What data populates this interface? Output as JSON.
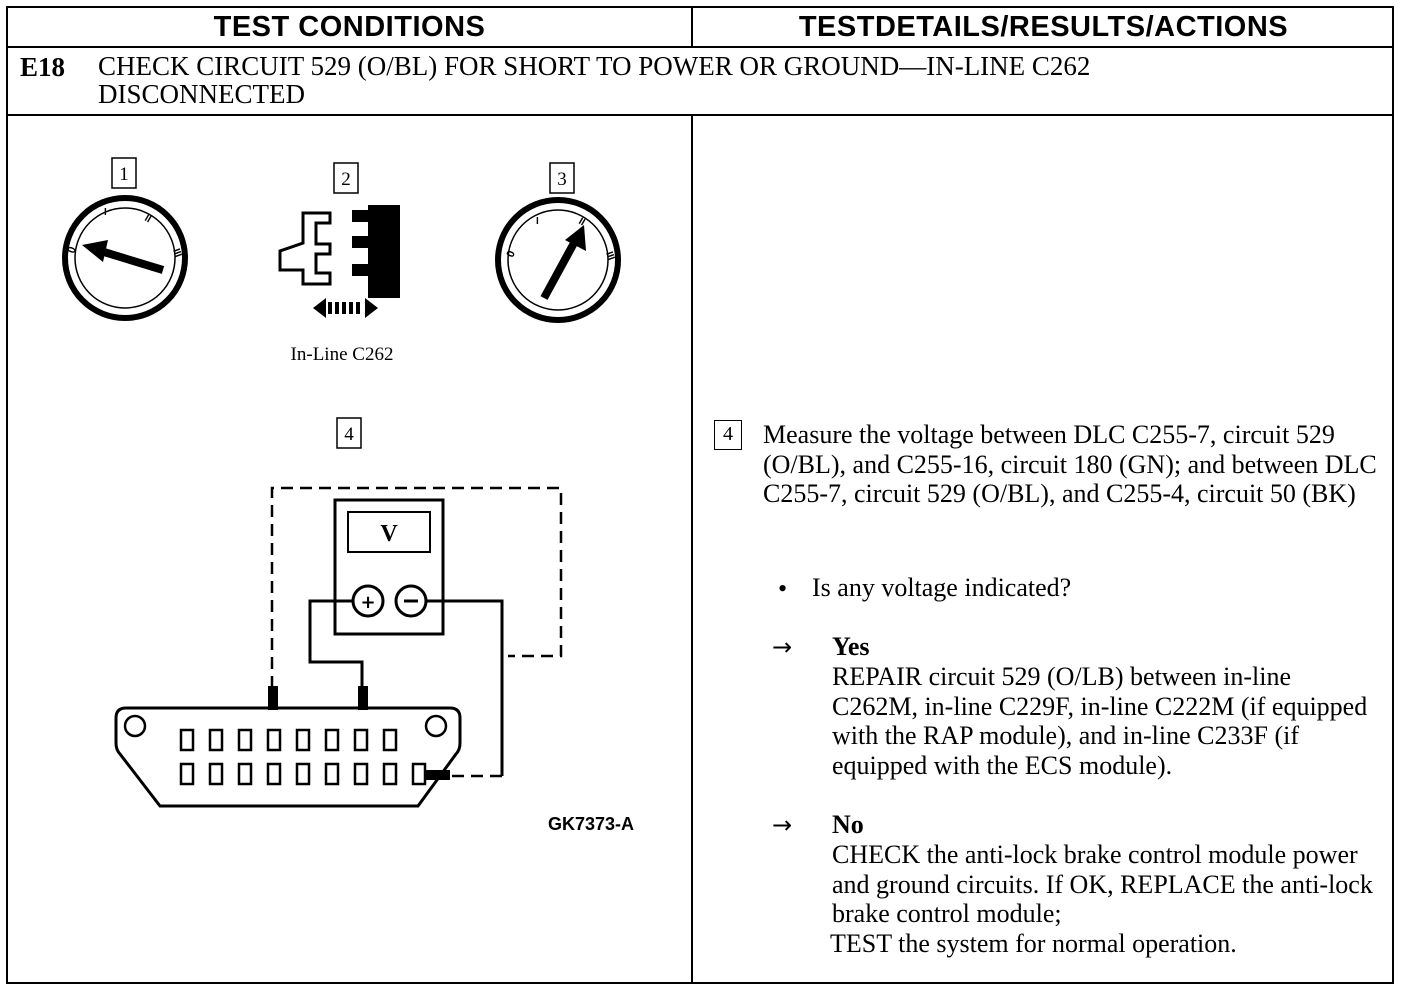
{
  "header": {
    "left": "TEST CONDITIONS",
    "right": "TESTDETAILS/RESULTS/ACTIONS"
  },
  "step": {
    "code": "E18",
    "title": "CHECK CIRCUIT 529 (O/BL) FOR SHORT TO POWER OR GROUND—IN-LINE C262 DISCONNECTED"
  },
  "diagram": {
    "steps": [
      "1",
      "2",
      "3",
      "4"
    ],
    "connector_label": "In-Line C262",
    "meter_symbol": "V",
    "figure_id": "GK7373-A",
    "dial_marks": [
      "0",
      "I",
      "II",
      "III"
    ]
  },
  "details": {
    "step_number": "4",
    "instruction": "Measure the voltage between DLC C255-7, circuit 529 (O/BL), and C255-16, circuit 180 (GN); and between DLC C255-7, circuit 529 (O/BL), and C255-4, circuit 50 (BK)",
    "question": "Is any voltage indicated?",
    "bullet": "•",
    "arrow": "→",
    "yes_label": "Yes",
    "yes_action": "REPAIR circuit 529 (O/LB) between in-line C262M, in-line C229F, in-line C222M (if equipped with the RAP module), and in-line C233F (if equipped with the ECS module).",
    "no_label": "No",
    "no_action_1": "CHECK the anti-lock brake control module power and ground circuits. If OK, REPLACE the anti-lock brake control module;",
    "no_action_2": "TEST the system for normal operation."
  }
}
